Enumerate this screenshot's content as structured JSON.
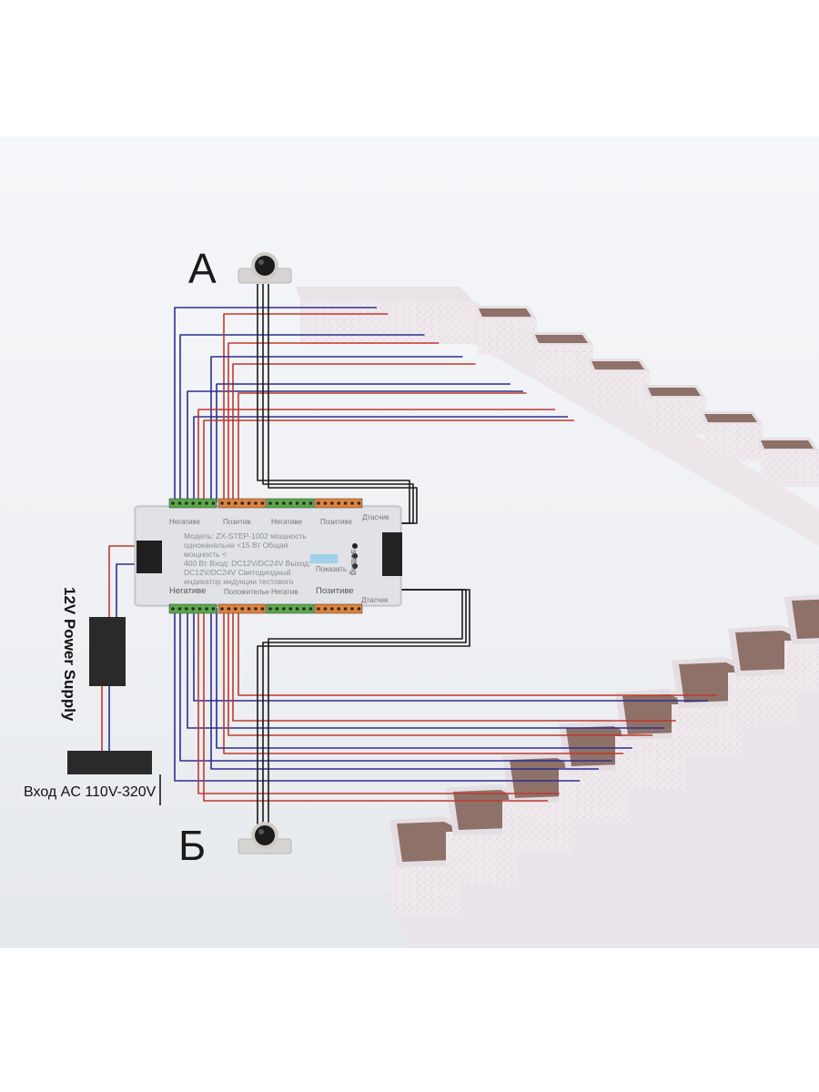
{
  "labels": {
    "sensor_a": "А",
    "sensor_b": "Б",
    "power_supply": "12V Power Supply",
    "ac_input": "Вход AC 110V-320V"
  },
  "controller": {
    "desc_lines": [
      "Модель: ZX-STEP-1002 мощность",
      "одноканальна <15 Вт Общая мощность <",
      "400 Вт Вход: DC12V/DC24V Выход:",
      "DC12V/DC24V Светодиодный",
      "индикатор индукции тестового"
    ],
    "top_left": "Негативе",
    "top_2": "Позитив",
    "top_3": "Негативе",
    "top_4": "Позитиве",
    "top_right": "Дтасчик",
    "bottom_left": "Негативе",
    "bottom_2": "Положительн",
    "bottom_3": "Негатив",
    "bottom_4": "Позитиве",
    "bottom_right": "Дтасчик",
    "setting": "setting",
    "display": "Показать"
  },
  "colors": {
    "wire_black": "#1b1b1b",
    "wire_red": "#c0392b",
    "wire_blue": "#2c2f8f",
    "terminal_green": "#5aa84a",
    "terminal_orange": "#e0823a",
    "step_top": "#8e7168"
  }
}
